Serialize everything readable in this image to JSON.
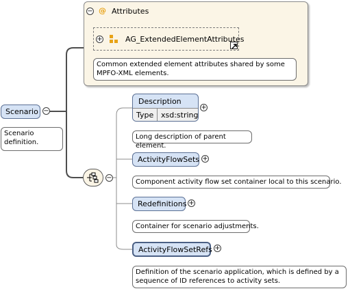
{
  "root": {
    "label": "Scenario",
    "annotation": "Scenario definition."
  },
  "attributes_group": {
    "header": "Attributes",
    "at_symbol": "@",
    "ref_label": "AG_ExtendedElementAttributes",
    "annotation": "Common extended element attributes shared by some MPFO-XML elements."
  },
  "sequence": {
    "children": [
      {
        "label": "Description",
        "type_key": "Type",
        "type_value": "xsd:string",
        "annotation": "Long description of parent element."
      },
      {
        "label": "ActivityFlowSets",
        "annotation": "Component activity flow set container local to this scenario."
      },
      {
        "label": "Redefinitions",
        "annotation": "Container for scenario adjustments."
      },
      {
        "label": "ActivityFlowSetRefs",
        "annotation": "Definition of the scenario application, which is defined by a sequence of ID references to activity sets."
      }
    ]
  },
  "symbols": {
    "expand": "+",
    "collapse": "−"
  },
  "colors": {
    "node_fill": "#d6e3f5",
    "node_border": "#5a6f94",
    "attr_panel_fill": "#fbf5e6",
    "attr_panel_border": "#8a8a8a",
    "connector": "#4d4d4d",
    "attr_icon": "#e8a317"
  }
}
